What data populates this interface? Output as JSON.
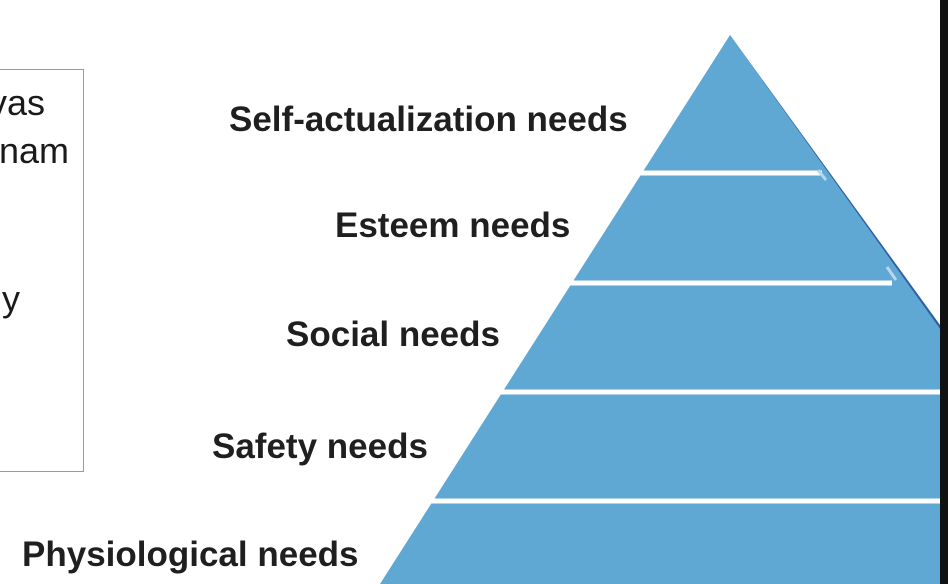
{
  "side_panel": {
    "fragments": [
      "vas",
      "nam",
      "y"
    ]
  },
  "pyramid": {
    "levels": [
      {
        "label": "Self-actualization needs"
      },
      {
        "label": "Esteem needs"
      },
      {
        "label": "Social needs"
      },
      {
        "label": "Safety needs"
      },
      {
        "label": "Physiological needs"
      }
    ],
    "colors": {
      "fill": "#5fa8d3",
      "shadow": "#2f5fa3",
      "separator": "#ffffff"
    }
  }
}
